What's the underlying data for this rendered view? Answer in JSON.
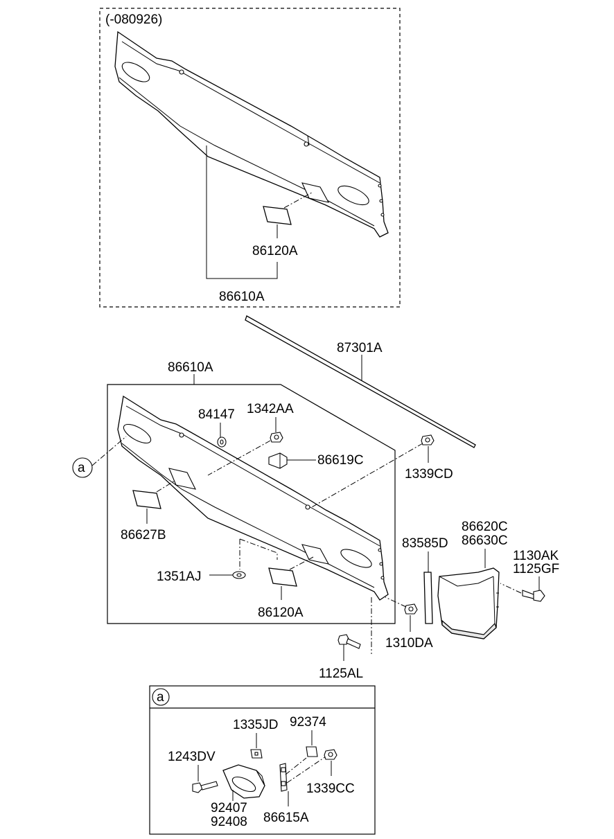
{
  "variant_note": "(-080926)",
  "labels": {
    "upper_panel": "86610A",
    "upper_pad": "86120A",
    "moulding": "87301A",
    "lower_panel": "86610A",
    "washer_84147": "84147",
    "nut_1342AA": "1342AA",
    "bracket_86619C": "86619C",
    "nut_1339CD": "1339CD",
    "pad_86627B": "86627B",
    "grommet_1351AJ": "1351AJ",
    "lower_pad": "86120A",
    "pad_83585D": "83585D",
    "end_cap_a": "86620C",
    "end_cap_b": "86630C",
    "bolt_1130AK": "1130AK",
    "bolt_1125GF": "1125GF",
    "nut_1310DA": "1310DA",
    "bolt_1125AL": "1125AL"
  },
  "callout": "a",
  "detail": {
    "title": "a",
    "labels": {
      "clip_1335JD": "1335JD",
      "clip_92374": "92374",
      "screw_1243DV": "1243DV",
      "nut_1339CC": "1339CC",
      "lamp_a": "92407",
      "lamp_b": "92408",
      "bracket_86615A": "86615A"
    }
  }
}
